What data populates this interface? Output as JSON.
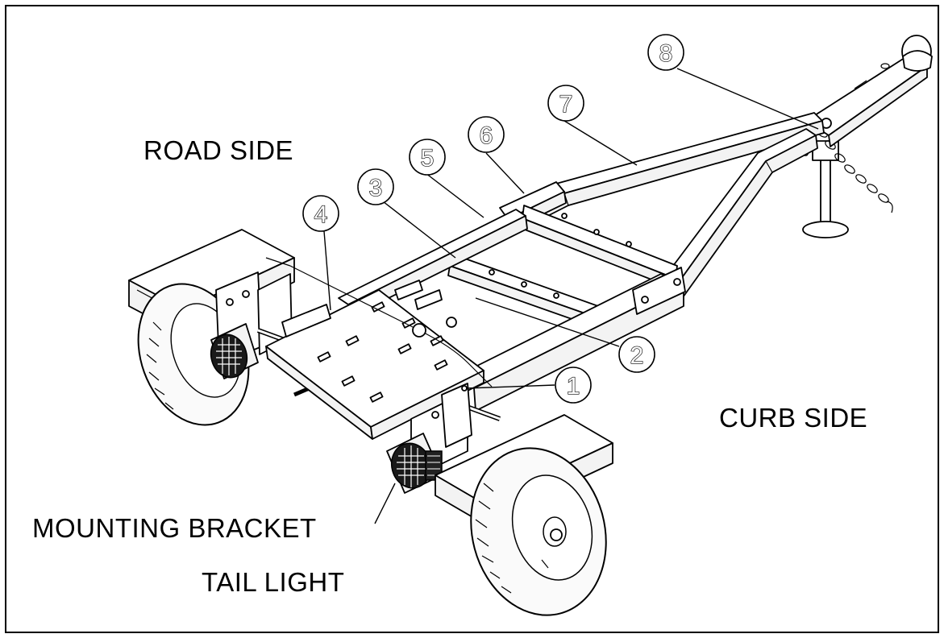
{
  "labels": {
    "road_side": "ROAD SIDE",
    "curb_side": "CURB SIDE",
    "mounting_bracket": "MOUNTING BRACKET",
    "tail_light": "TAIL LIGHT"
  },
  "callouts": [
    "1",
    "2",
    "3",
    "4",
    "5",
    "6",
    "7",
    "8"
  ]
}
